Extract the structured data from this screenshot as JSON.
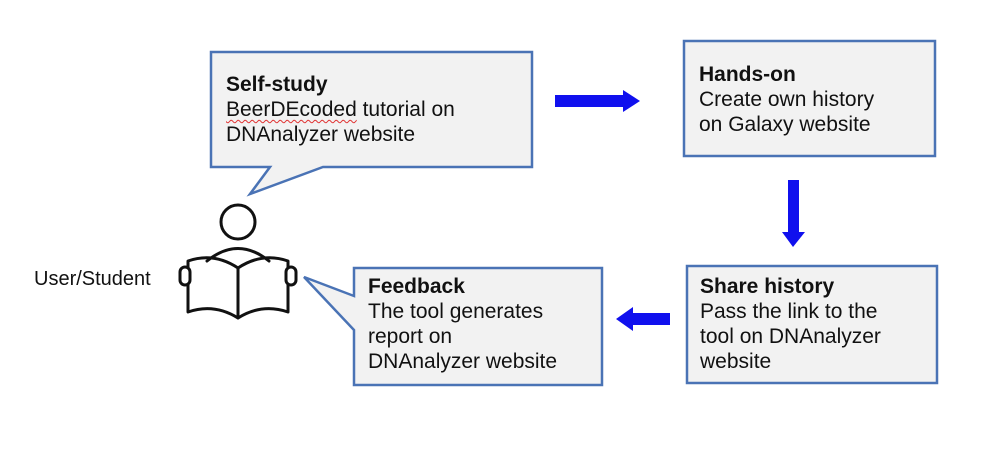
{
  "user_label": "User/Student",
  "colors": {
    "box_fill": "#f2f2f2",
    "box_border": "#4a73b5",
    "arrow": "#1010ee",
    "figure": "#111111"
  },
  "icons": [
    "reading-person-icon"
  ],
  "boxes": {
    "self_study": {
      "title": "Self-study",
      "line1_word": "BeerDEcoded",
      "line1_rest": " tutorial on",
      "line2": "DNAnalyzer website"
    },
    "hands_on": {
      "title": "Hands-on",
      "line1": "Create own history",
      "line2": "on Galaxy website"
    },
    "share_history": {
      "title": "Share history",
      "line1": "Pass the link to the",
      "line2": "tool on DNAnalyzer",
      "line3": "website"
    },
    "feedback": {
      "title": "Feedback",
      "line1": "The tool generates",
      "line2": "report on",
      "line3": "DNAnalyzer website"
    }
  }
}
